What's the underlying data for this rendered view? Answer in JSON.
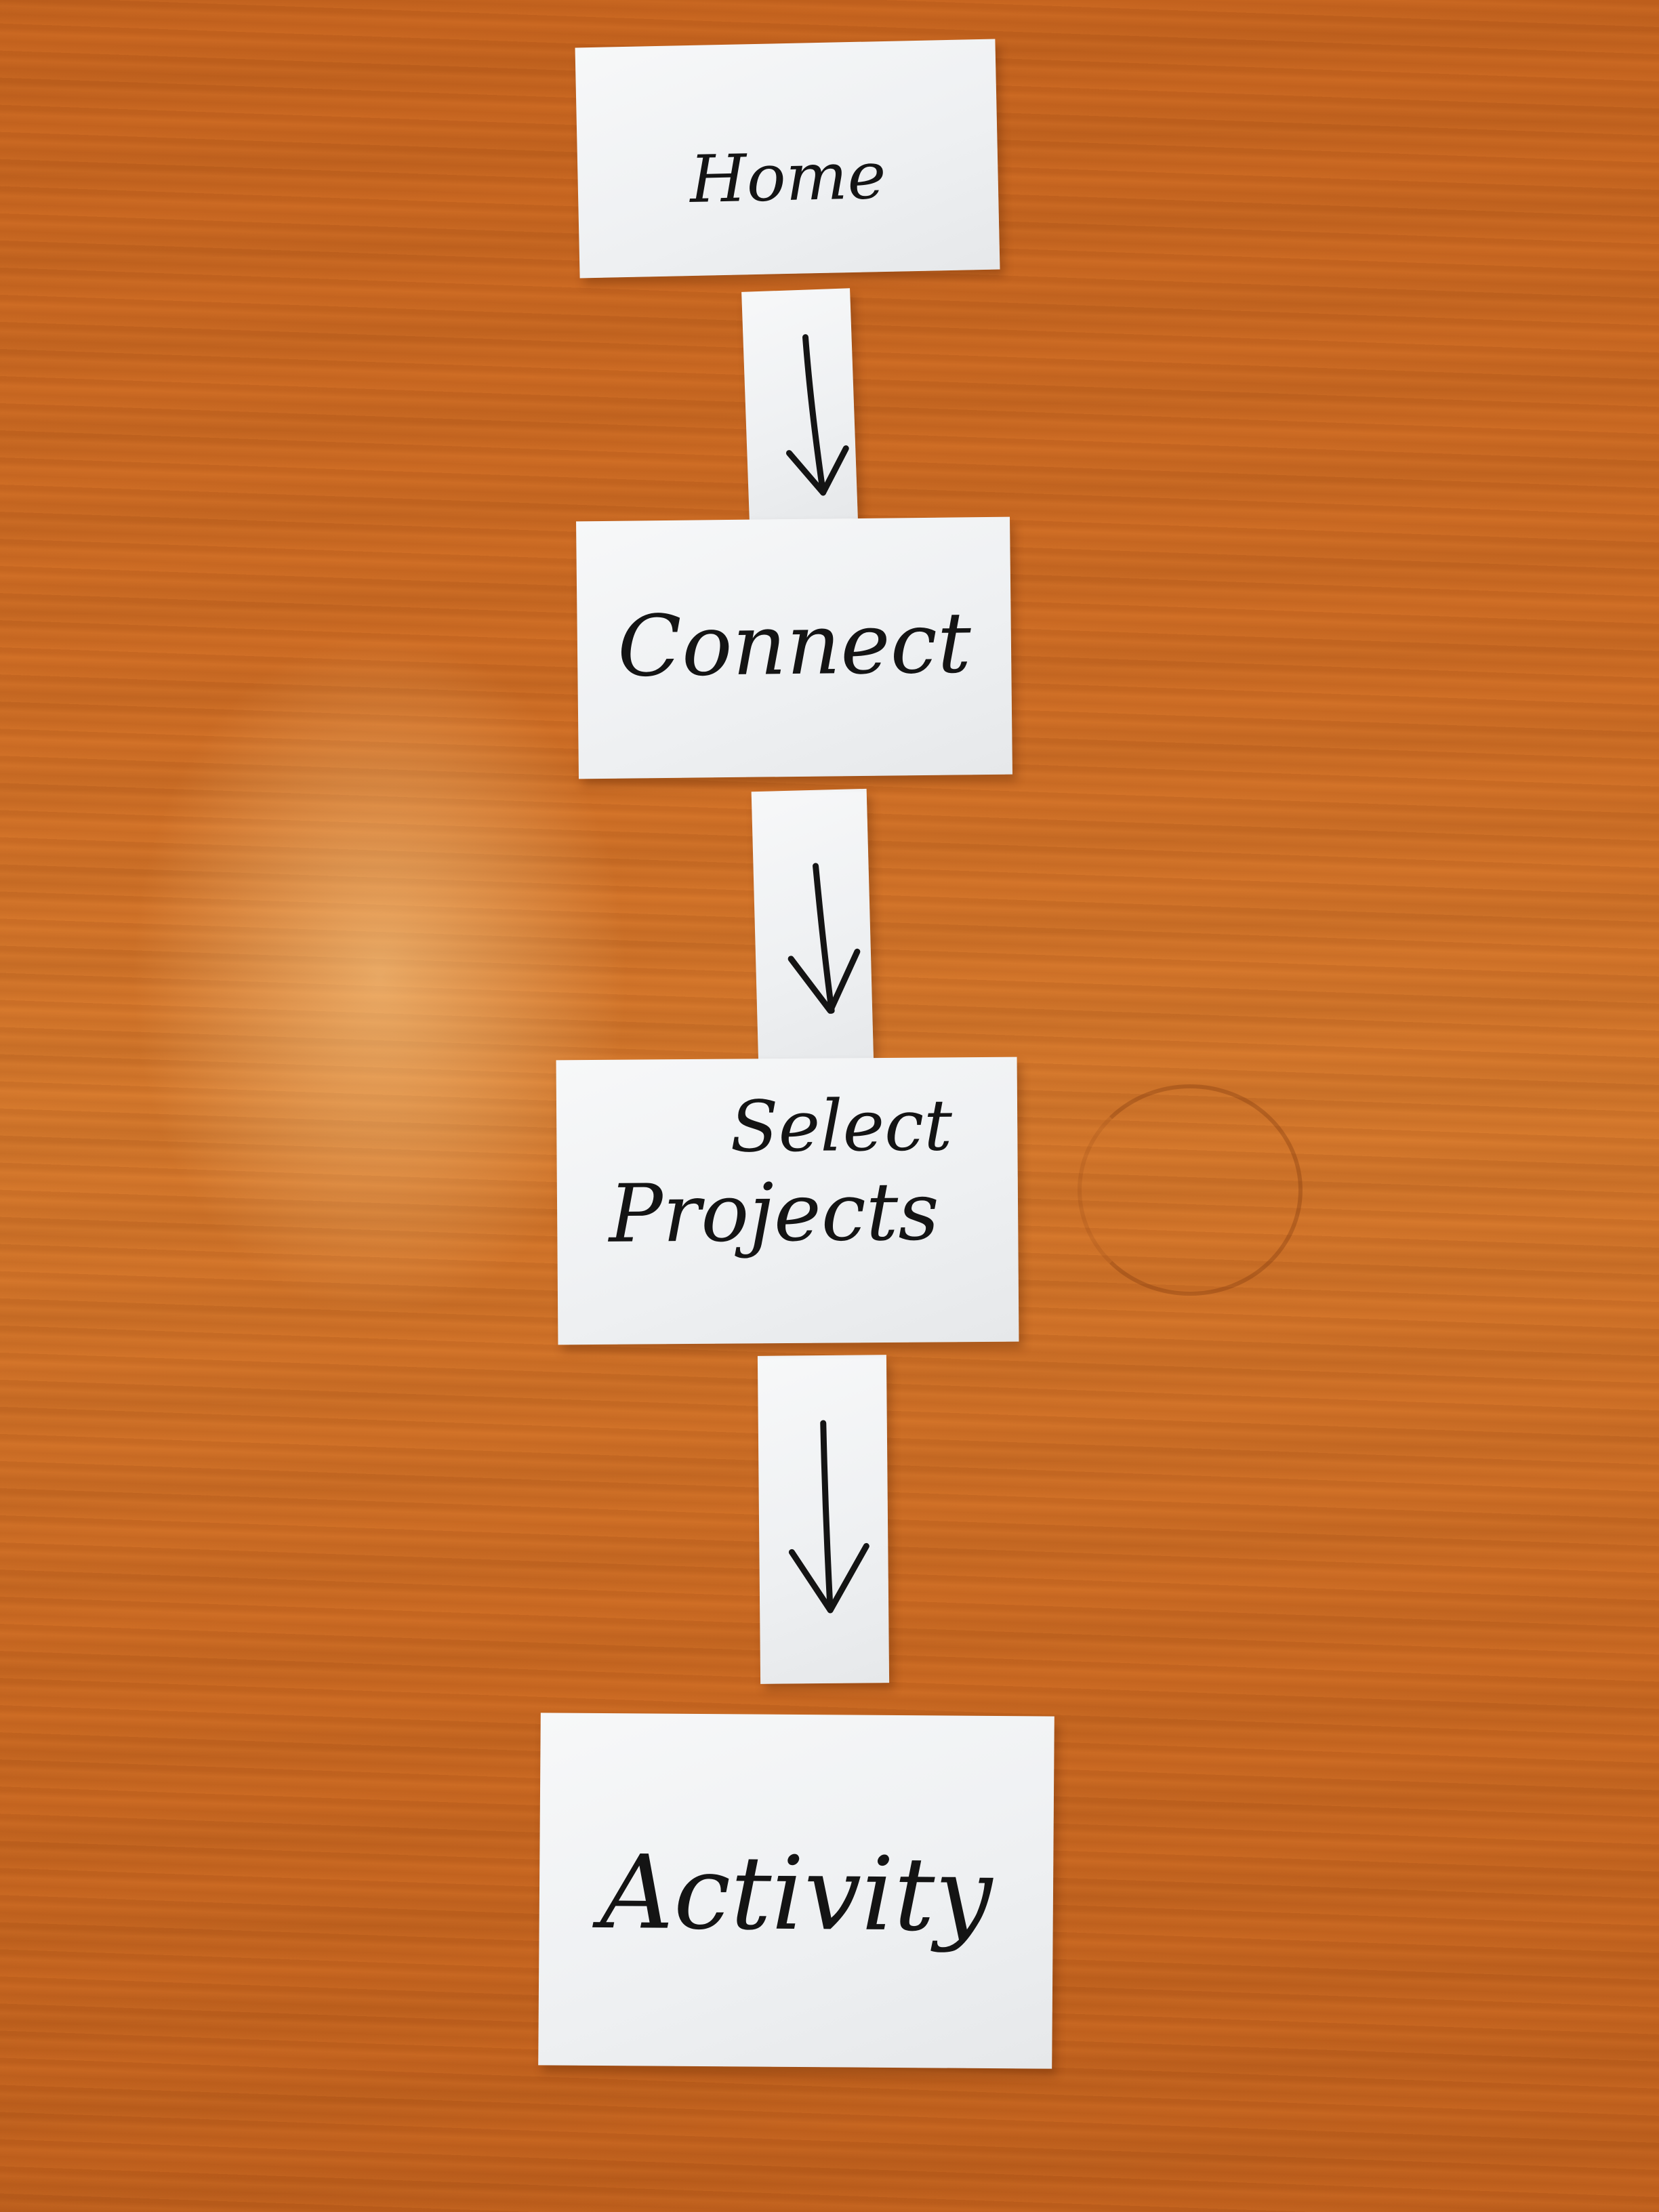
{
  "diagram": {
    "type": "vertical flow",
    "nodes": [
      {
        "id": "home",
        "label": "Home"
      },
      {
        "id": "connect",
        "label": "Connect"
      },
      {
        "id": "select-projects",
        "label_line1": "Select",
        "label_line2": "Projects"
      },
      {
        "id": "activity",
        "label": "Activity"
      }
    ],
    "edges": [
      {
        "from": "home",
        "to": "connect"
      },
      {
        "from": "connect",
        "to": "select-projects"
      },
      {
        "from": "select-projects",
        "to": "activity"
      }
    ]
  },
  "colors": {
    "table": "#cf6d24",
    "paper": "#f2f3f5",
    "ink": "#141414"
  }
}
